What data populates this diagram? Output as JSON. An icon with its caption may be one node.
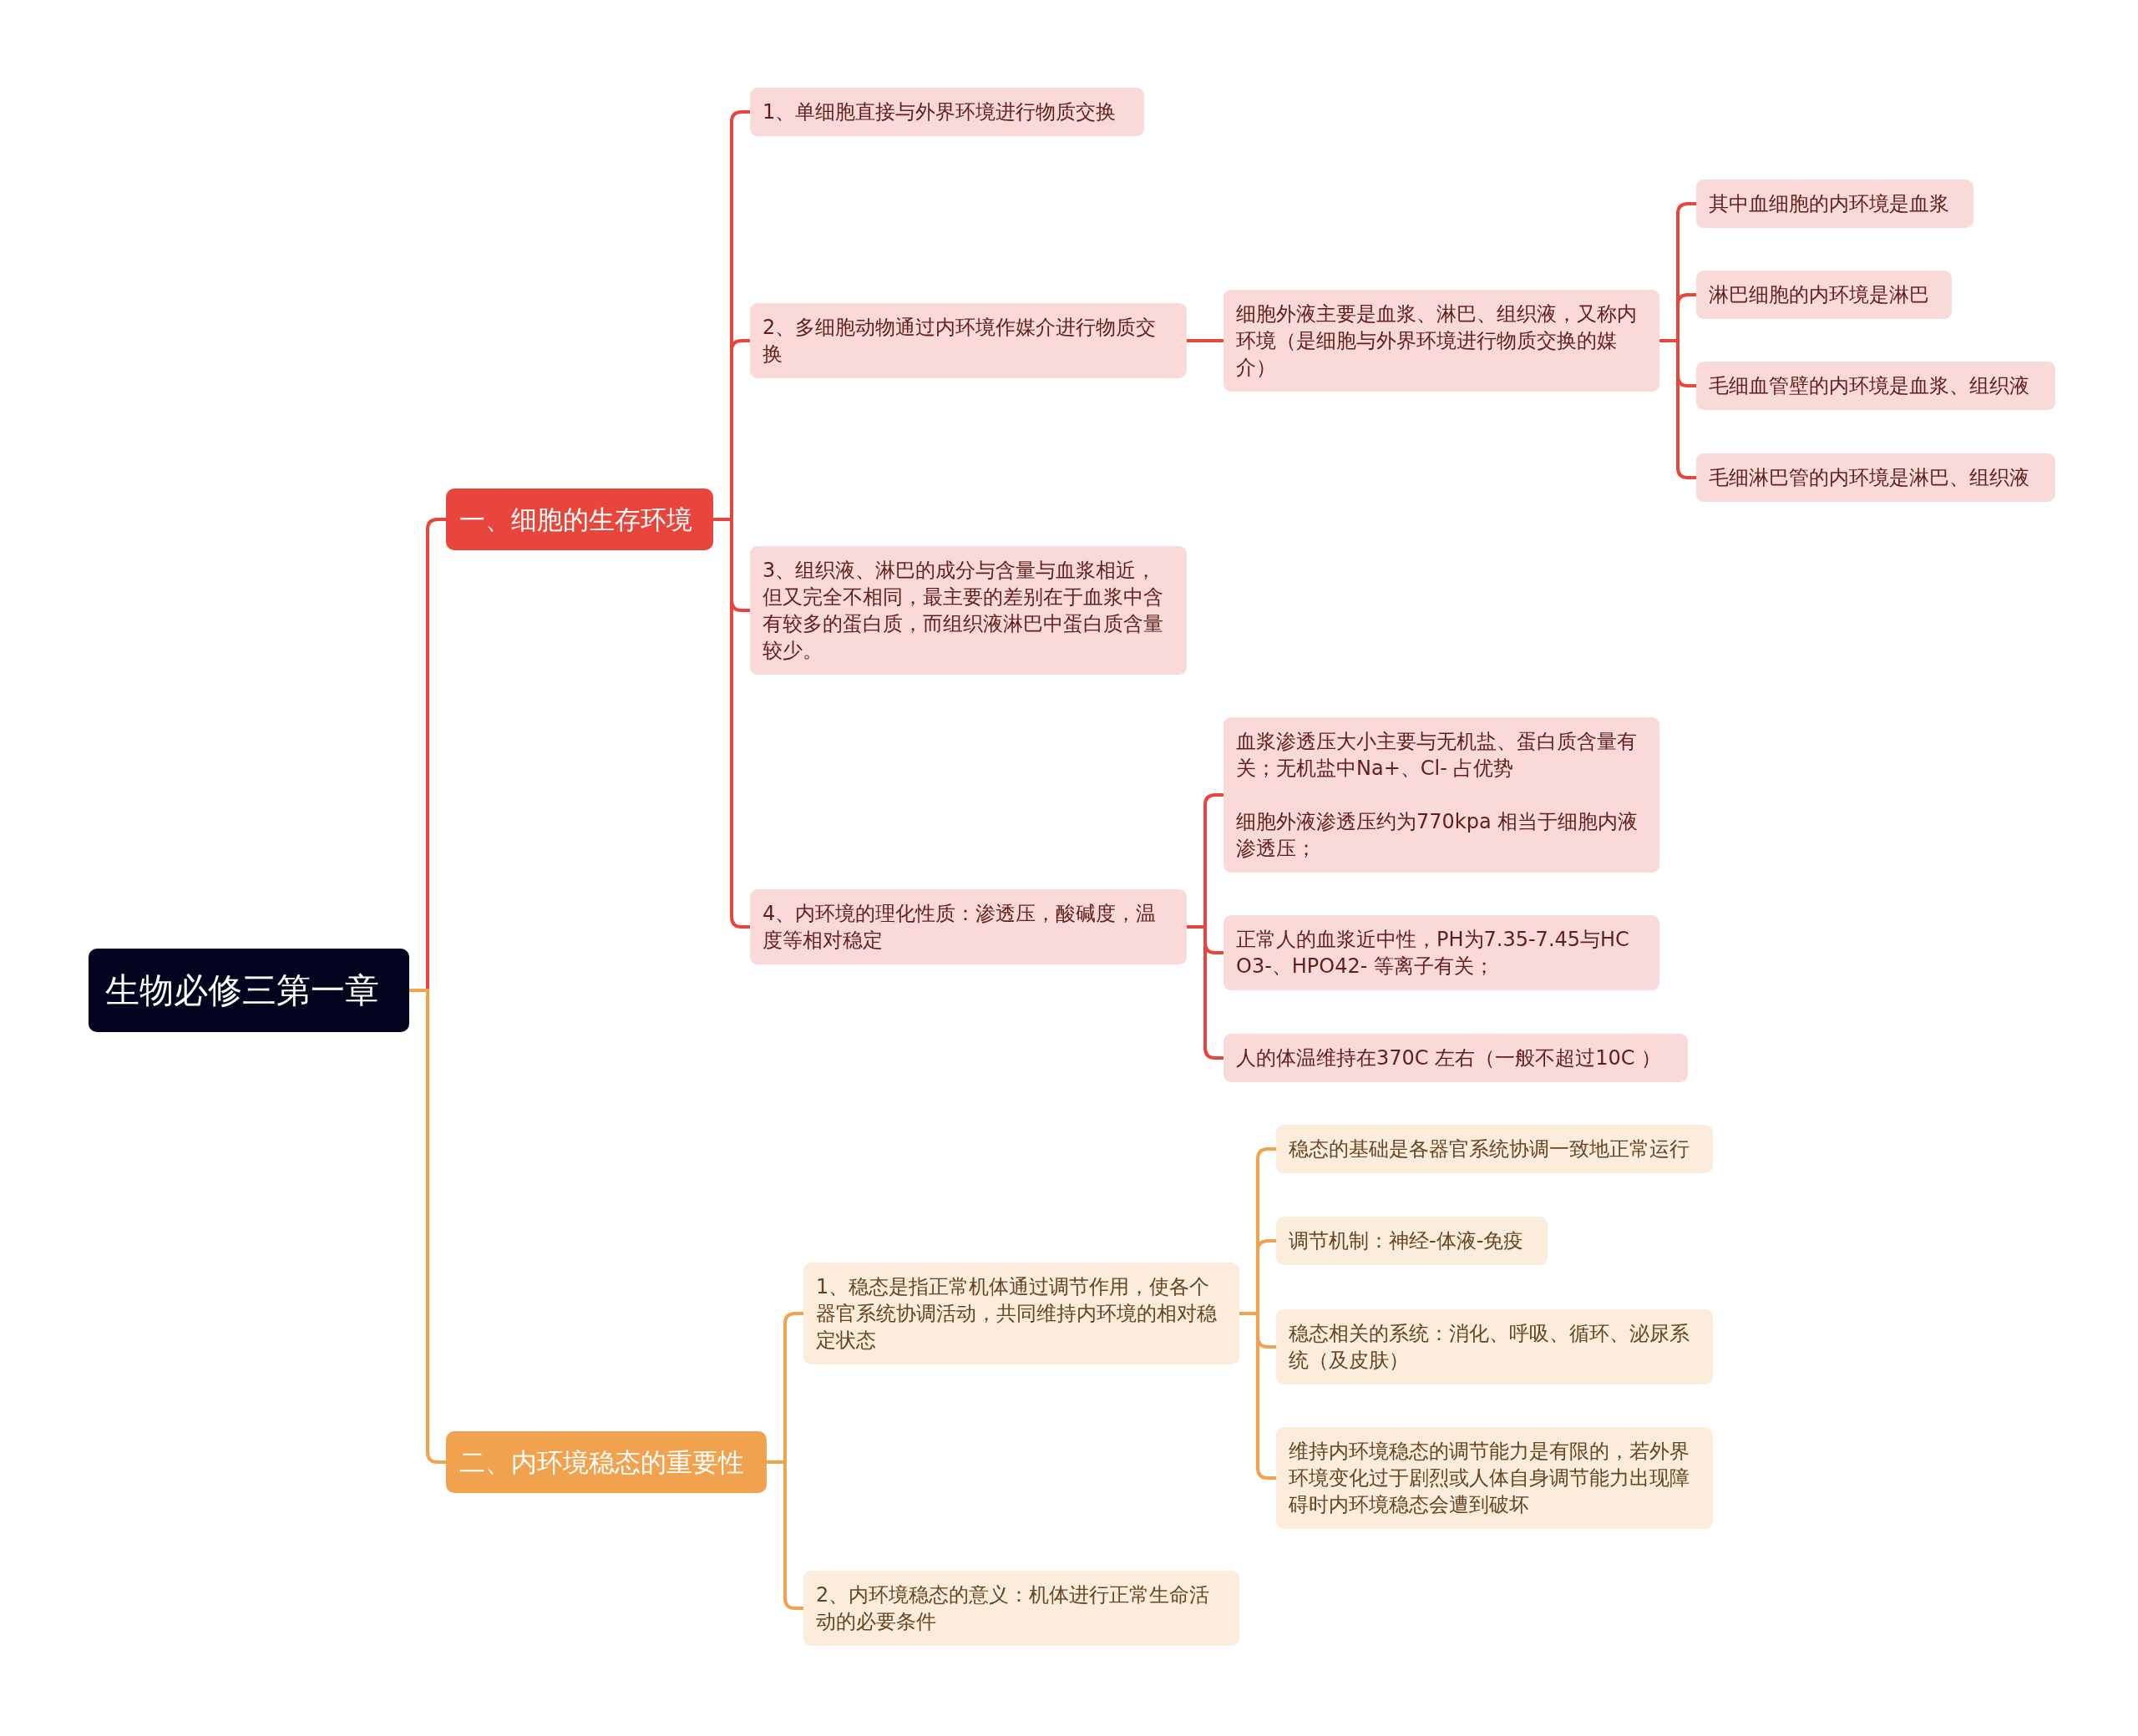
{
  "diagram": {
    "nodes": [
      {
        "text": [
          "生物必修三第一章"
        ]
      },
      {
        "text": [
          "一、细胞的生存环境"
        ]
      },
      {
        "text": [
          "1、单细胞直接与外界环境进行物质交换"
        ]
      },
      {
        "text": [
          "2、多细胞动物通过内环境作媒介进行物质交换"
        ]
      },
      {
        "text": [
          "细胞外液主要是血浆、淋巴、组织液，又称内环境（是细胞与外界环境进行物质交换的媒介）"
        ]
      },
      {
        "text": [
          "其中血细胞的内环境是血浆"
        ]
      },
      {
        "text": [
          "淋巴细胞的内环境是淋巴"
        ]
      },
      {
        "text": [
          "毛细血管壁的内环境是血浆、组织液"
        ]
      },
      {
        "text": [
          "毛细淋巴管的内环境是淋巴、组织液"
        ]
      },
      {
        "text": [
          "3、组织液、淋巴的成分与含量与血浆相近，但又完全不相同，最主要的差别在于血浆中含有较多的蛋白质，而组织液淋巴中蛋白质含量较少。"
        ]
      },
      {
        "text": [
          "4、内环境的理化性质：渗透压，酸碱度，温度等相对稳定"
        ]
      },
      {
        "text": [
          "血浆渗透压大小主要与无机盐、蛋白质含量有关；无机盐中Na+、Cl- 占优势",
          "细胞外液渗透压约为770kpa 相当于细胞内液渗透压；"
        ]
      },
      {
        "text": [
          "正常人的血浆近中性，PH为7.35-7.45与HCO3-、HPO42- 等离子有关；"
        ]
      },
      {
        "text": [
          "人的体温维持在370C 左右（一般不超过10C ）"
        ]
      },
      {
        "text": [
          "二、内环境稳态的重要性"
        ]
      },
      {
        "text": [
          "1、稳态是指正常机体通过调节作用，使各个器官系统协调活动，共同维持内环境的相对稳定状态"
        ]
      },
      {
        "text": [
          "稳态的基础是各器官系统协调一致地正常运行"
        ]
      },
      {
        "text": [
          "调节机制：神经-体液-免疫"
        ]
      },
      {
        "text": [
          "稳态相关的系统：消化、呼吸、循环、泌尿系统（及皮肤）"
        ]
      },
      {
        "text": [
          "维持内环境稳态的调节能力是有限的，若外界环境变化过于剧烈或人体自身调节能力出现障碍时内环境稳态会遭到破坏"
        ]
      },
      {
        "text": [
          "2、内环境稳态的意义：机体进行正常生命活动的必要条件"
        ]
      }
    ],
    "edges": [
      {
        "from": 0,
        "to": 1,
        "arrow": "none"
      },
      {
        "from": 1,
        "to": 2,
        "arrow": "none"
      },
      {
        "from": 1,
        "to": 3,
        "arrow": "none"
      },
      {
        "from": 3,
        "to": 4,
        "arrow": "none"
      },
      {
        "from": 4,
        "to": 5,
        "arrow": "none"
      },
      {
        "from": 4,
        "to": 6,
        "arrow": "none"
      },
      {
        "from": 4,
        "to": 7,
        "arrow": "none"
      },
      {
        "from": 4,
        "to": 8,
        "arrow": "none"
      },
      {
        "from": 1,
        "to": 9,
        "arrow": "none"
      },
      {
        "from": 1,
        "to": 10,
        "arrow": "none"
      },
      {
        "from": 10,
        "to": 11,
        "arrow": "none"
      },
      {
        "from": 10,
        "to": 12,
        "arrow": "none"
      },
      {
        "from": 10,
        "to": 13,
        "arrow": "none"
      },
      {
        "from": 0,
        "to": 14,
        "arrow": "none",
        "color": "#f0a24f"
      },
      {
        "from": 14,
        "to": 15,
        "arrow": "none",
        "color": "#f0a24f"
      },
      {
        "from": 15,
        "to": 16,
        "arrow": "none",
        "color": "#f0a24f"
      },
      {
        "from": 15,
        "to": 17,
        "arrow": "none",
        "color": "#f0a24f"
      },
      {
        "from": 15,
        "to": 18,
        "arrow": "none",
        "color": "#f0a24f"
      },
      {
        "from": 15,
        "to": 19,
        "arrow": "none",
        "color": "#f0a24f"
      },
      {
        "from": 14,
        "to": 20,
        "arrow": "none",
        "color": "#f0a24f"
      }
    ]
  }
}
